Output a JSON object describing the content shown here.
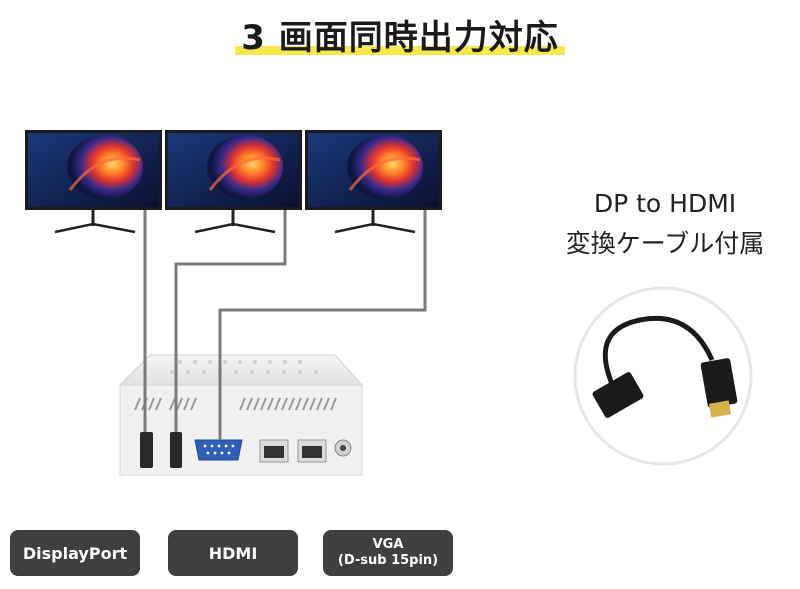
{
  "title": "3 画面同時出力対応",
  "adapter": {
    "line1": "DP to HDMI",
    "line2": "変換ケーブル付属"
  },
  "ports": [
    {
      "label": "DisplayPort"
    },
    {
      "label": "HDMI"
    },
    {
      "label_line1": "VGA",
      "label_line2": "(D-sub 15pin)"
    }
  ],
  "colors": {
    "highlight": "#f6e84a",
    "label_bg": "#3f3f3f",
    "cable": "#7a7a7a"
  }
}
